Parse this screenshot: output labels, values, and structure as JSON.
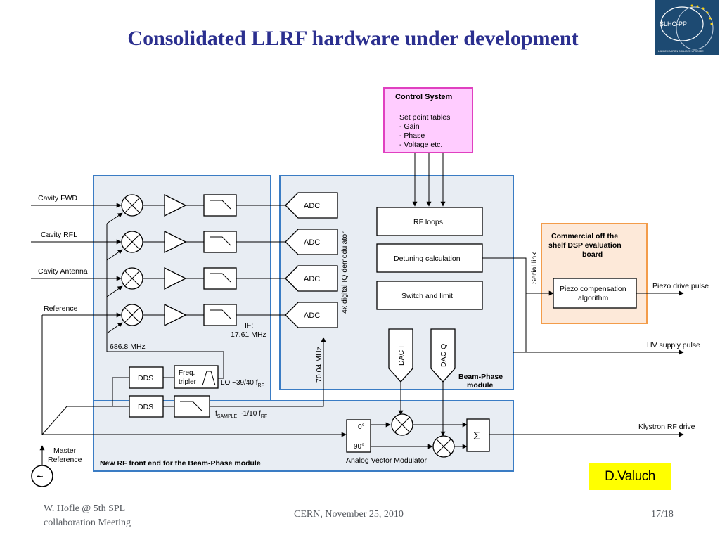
{
  "slide": {
    "title": "Consolidated LLRF hardware under development",
    "logo_text": "SLHC-PP",
    "logo_subtext": "LARGE HADRON COLLIDER UPGRADE",
    "credit": "D.Valuch",
    "footer_left_line1": "W. Hofle @ 5th SPL",
    "footer_left_line2": "collaboration Meeting",
    "footer_center": "CERN, November 25, 2010",
    "footer_right": "17/18"
  },
  "diagram": {
    "control_system": {
      "title": "Control System",
      "line1": "Set point tables",
      "line2": "- Gain",
      "line3": "- Phase",
      "line4": "- Voltage etc."
    },
    "inputs": {
      "cavity_fwd": "Cavity FWD",
      "cavity_rfl": "Cavity RFL",
      "cavity_antenna": "Cavity Antenna",
      "reference": "Reference"
    },
    "adc_label": "ADC",
    "demodulator": "4x digital IQ demodulator",
    "blocks": {
      "rf_loops": "RF loops",
      "detuning": "Detuning calculation",
      "switch_limit": "Switch and limit"
    },
    "dac_i": "DAC I",
    "dac_q": "DAC Q",
    "beam_phase_module_line1": "Beam-Phase",
    "beam_phase_module_line2": "module",
    "if_label_line1": "IF:",
    "if_label_line2": "17.61 MHz",
    "lo_freq": "686.8 MHz",
    "sample_freq": "70.04 MHz",
    "dds": "DDS",
    "freq_tripler_line1": "Freq.",
    "freq_tripler_line2": "tripler",
    "lo_label": "LO ~39/40 f",
    "lo_sub": "RF",
    "fsample_f": "f",
    "fsample_sub": "SAMPLE",
    "fsample_mid": " ~1/10 f",
    "fsample_sub2": "RF",
    "dsp_box": {
      "line1": "Commercial off the",
      "line2": "shelf DSP evaluation",
      "line3": "board"
    },
    "piezo_line1": "Piezo compensation",
    "piezo_line2": "algorithm",
    "serial_link": "Serial link",
    "piezo_drive": "Piezo drive pulse",
    "hv_supply": "HV supply pulse",
    "klystron_drive": "Klystron RF drive",
    "avm": {
      "phase0": "0°",
      "phase90": "90°",
      "label": "Analog Vector Modulator",
      "sigma": "Σ"
    },
    "master_ref_line1": "Master",
    "master_ref_line2": "Reference",
    "osc_symbol": "~",
    "front_end_label": "New RF front end for the Beam-Phase module"
  },
  "colors": {
    "title": "#2b2f8f",
    "module_fill": "#e8edf3",
    "module_border": "#3a7cc4",
    "control_fill": "#ffccff",
    "control_border": "#e040c0",
    "dsp_fill": "#fde9d9",
    "dsp_border": "#f39c4a",
    "credit_bg": "#ffff00"
  }
}
